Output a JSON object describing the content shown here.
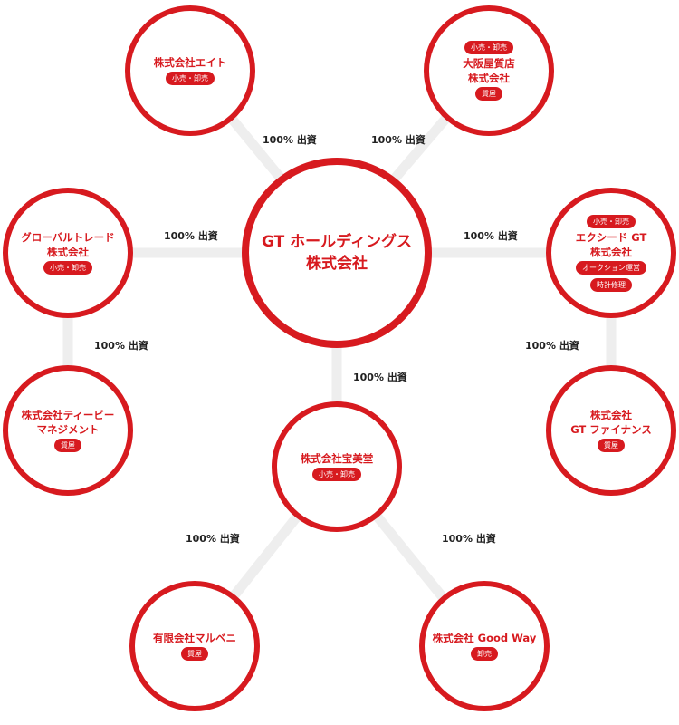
{
  "colors": {
    "accent": "#d71a1f",
    "connector": "#eeeeee",
    "label_text": "#222222"
  },
  "nodes": {
    "holding": {
      "name": "GT ホールディングス\n株式会社",
      "badges_before": [],
      "badges": []
    },
    "eight": {
      "name": "株式会社エイト",
      "badges_before": [],
      "badges": [
        "小売・卸売"
      ]
    },
    "osakaya": {
      "name": "大阪屋質店\n株式会社",
      "badges_before": [
        "小売・卸売"
      ],
      "badges": [
        "質屋"
      ]
    },
    "global": {
      "name": "グローバルトレード\n株式会社",
      "badges_before": [],
      "badges": [
        "小売・卸売"
      ]
    },
    "exceed": {
      "name": "エクシード GT\n株式会社",
      "badges_before": [
        "小売・卸売"
      ],
      "badges": [
        "オークション運営",
        "時計修理"
      ]
    },
    "tv": {
      "name": "株式会社ティービー\nマネジメント",
      "badges_before": [],
      "badges": [
        "質屋"
      ]
    },
    "hobi": {
      "name": "株式会社宝美堂",
      "badges_before": [],
      "badges": [
        "小売・卸売"
      ]
    },
    "finance": {
      "name": "株式会社\nGT ファイナンス",
      "badges_before": [],
      "badges": [
        "質屋"
      ]
    },
    "maruveni": {
      "name": "有限会社マルベニ",
      "badges_before": [],
      "badges": [
        "質屋"
      ]
    },
    "goodway": {
      "name": "株式会社 Good Way",
      "badges_before": [],
      "badges": [
        "卸売"
      ]
    }
  },
  "relations": {
    "holding_eight": "100% 出資",
    "holding_osakaya": "100% 出資",
    "holding_global": "100% 出資",
    "holding_exceed": "100% 出資",
    "global_tv": "100% 出資",
    "exceed_finance": "100% 出資",
    "holding_hobi": "100% 出資",
    "hobi_maruveni": "100% 出資",
    "hobi_goodway": "100% 出資"
  }
}
